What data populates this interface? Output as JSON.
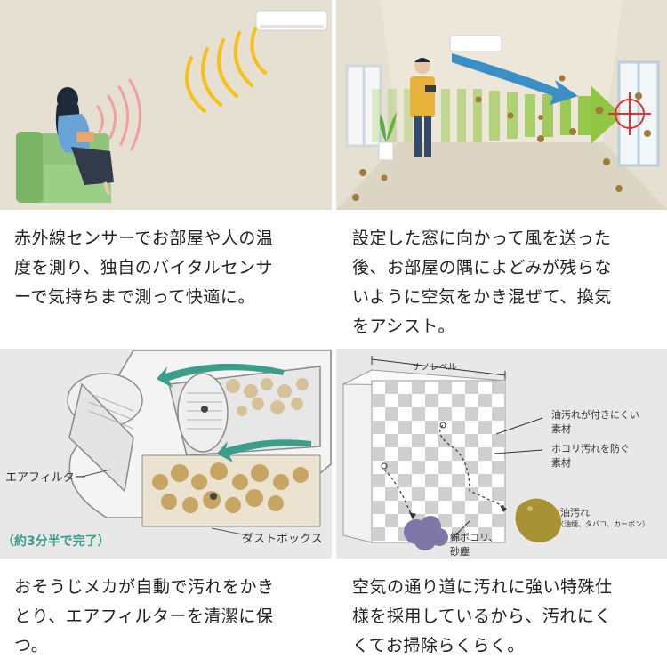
{
  "panels": [
    {
      "caption": "赤外線センサーでお部屋や人の温\n度を測り、独自のバイタルセンサ\nーで気持ちまで測って快適に。"
    },
    {
      "caption": "設定した窓に向かって風を送った\n後、お部屋の隅によどみが残らな\nいように空気をかき混ぜて、換気\nをアシスト。"
    },
    {
      "caption": "おそうじメカが自動で汚れをかき\nとり、エアフィルターを清潔に保\nつ。",
      "labels": {
        "air_filter": "エアフィルター",
        "dust_box": "ダストボックス",
        "duration": "（約3分半で完了）"
      }
    },
    {
      "caption": "空気の通り道に汚れに強い特殊仕\n様を採用しているから、汚れにく\nくてお掃除らくらく。",
      "labels": {
        "nano_level": "ナノレベル",
        "oil_resistant_1": "油汚れが付きにくい",
        "oil_resistant_2": "素材",
        "dust_resistant_1": "ホコリ汚れを防ぐ",
        "dust_resistant_2": "素材",
        "oil_stain_1": "油汚れ",
        "oil_stain_2": "（油煙、タバコ、カーボン）",
        "lint_1": "綿ボコリ、",
        "lint_2": "砂塵"
      }
    }
  ],
  "colors": {
    "panel_beige": "#e6e0d2",
    "panel_grey": "#e8e8e8",
    "accent_teal": "#3a9e8a",
    "arrow_green": "#8cc43c",
    "arrow_blue": "#3b8fc7",
    "wave_pink": "#f0a0a0",
    "wave_yellow": "#f3c11a",
    "sofa_green": "#8fc47a",
    "dust_brown": "#a07b3c",
    "target_red": "#e03030"
  }
}
